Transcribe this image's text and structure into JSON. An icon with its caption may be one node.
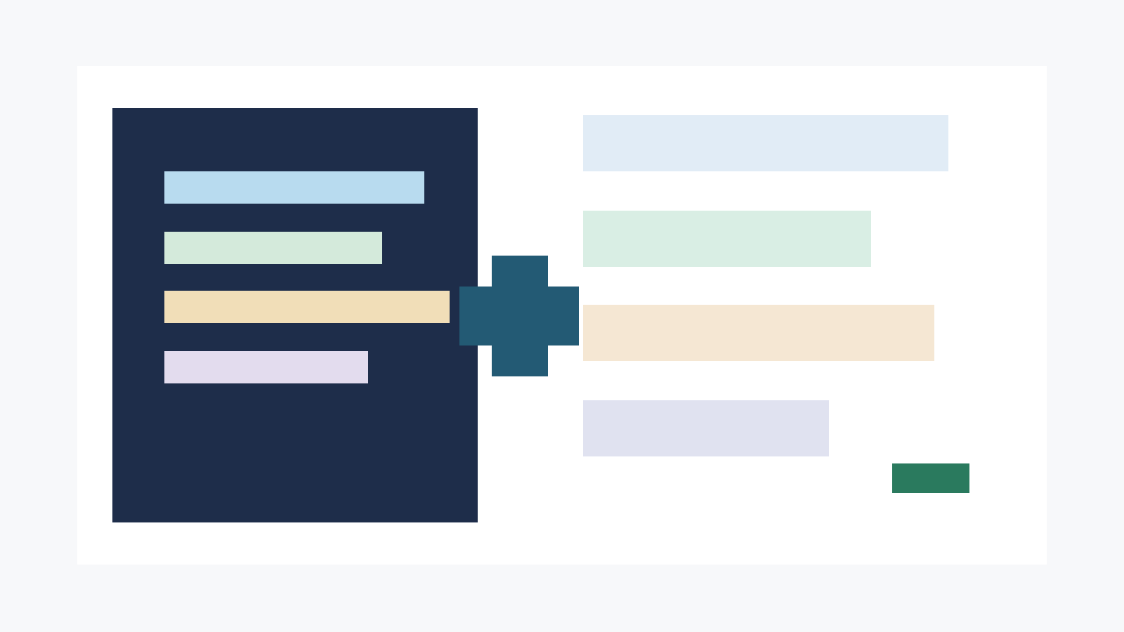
{
  "diagram": {
    "nodes": [
      {
        "text": [],
        "shape": "box"
      },
      {
        "text": [],
        "shape": "box",
        "in": 0
      },
      {
        "text": [],
        "shape": "bar",
        "in": 1
      },
      {
        "text": [],
        "shape": "bar",
        "in": 1
      },
      {
        "text": [],
        "shape": "bar",
        "in": 1
      },
      {
        "text": [],
        "shape": "bar",
        "in": 1
      },
      {
        "text": [],
        "shape": "cross",
        "in": 0
      },
      {
        "text": [],
        "shape": "bar",
        "in": 0
      },
      {
        "text": [],
        "shape": "bar",
        "in": 0
      },
      {
        "text": [],
        "shape": "bar",
        "in": 0
      },
      {
        "text": [],
        "shape": "bar",
        "in": 0
      },
      {
        "text": [],
        "shape": "bar",
        "in": 0
      }
    ]
  }
}
